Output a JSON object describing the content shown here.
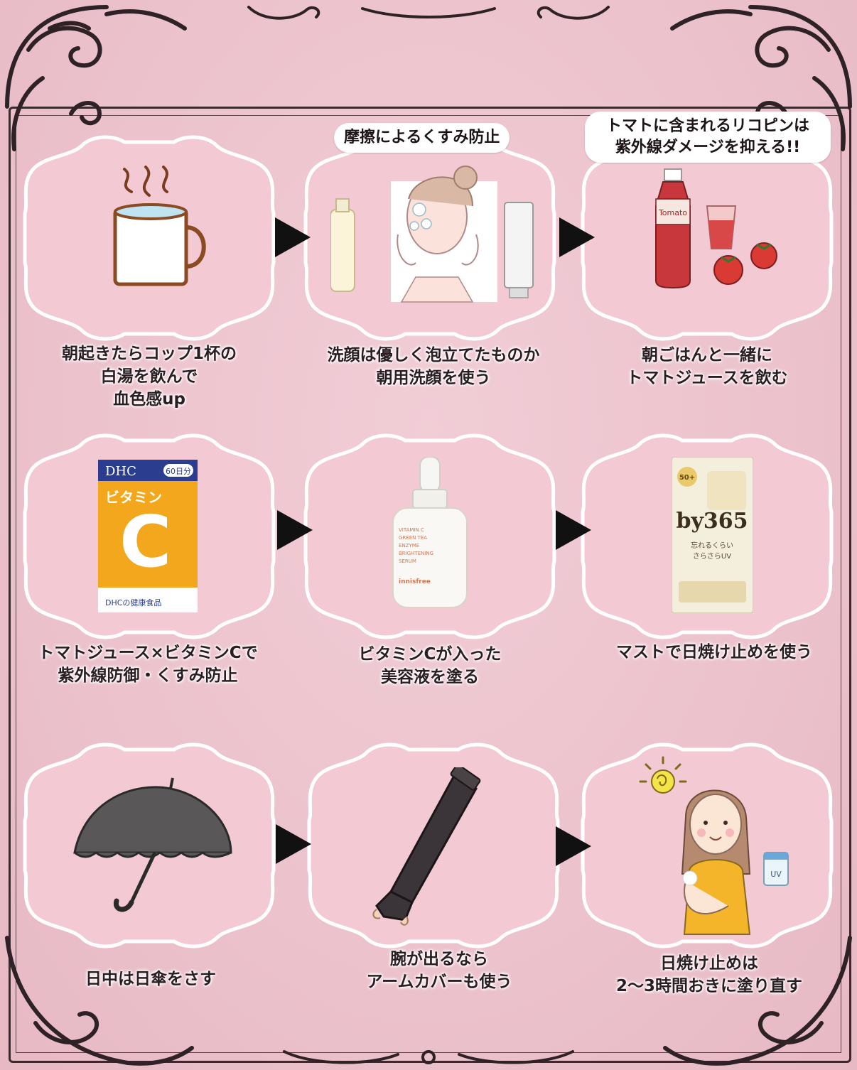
{
  "bubbles": {
    "b2": "摩擦によるくすみ防止",
    "b3": [
      "トマトに含まれるリコピンは",
      "紫外線ダメージを抑える!!"
    ]
  },
  "captions": {
    "c1": [
      "朝起きたらコップ1杯の",
      "白湯を飲んで",
      "血色感up"
    ],
    "c2": [
      "洗顔は優しく泡立てたものか",
      "朝用洗顔を使う"
    ],
    "c3": [
      "朝ごはんと一緒に",
      "トマトジュースを飲む"
    ],
    "c4": [
      "トマトジュース×ビタミンCで",
      "紫外線防御・くすみ防止"
    ],
    "c5": [
      "ビタミンCが入った",
      "美容液を塗る"
    ],
    "c6": [
      "マストで日焼け止めを使う"
    ],
    "c7": [
      "日中は日傘をさす"
    ],
    "c8": [
      "腕が出るなら",
      "アームカバーも使う"
    ],
    "c9": [
      "日焼け止めは",
      "2〜3時間おきに塗り直す"
    ]
  },
  "products": {
    "dhc_brand": "DHC",
    "dhc_days": "60日分",
    "dhc_title": "ビタミン",
    "dhc_letter": "C",
    "dhc_bottom": "DHCの健康食品",
    "tomato_label": "Tomato",
    "serum_brand": "innisfree",
    "serum_lines": [
      "VITAMIN C",
      "GREEN TEA",
      "ENZYME",
      "BRIGHTENING",
      "SERUM"
    ],
    "sunscreen_brand": "by365",
    "sunscreen_spf": "50+",
    "sunscreen_lines": [
      "忘れるくらい",
      "さらさらUV"
    ],
    "uv_label": "UV"
  },
  "colors": {
    "card_fill": "#f3c9d3",
    "card_border": "#ffffff",
    "arrow": "#111111",
    "ornament": "#2e2226"
  }
}
